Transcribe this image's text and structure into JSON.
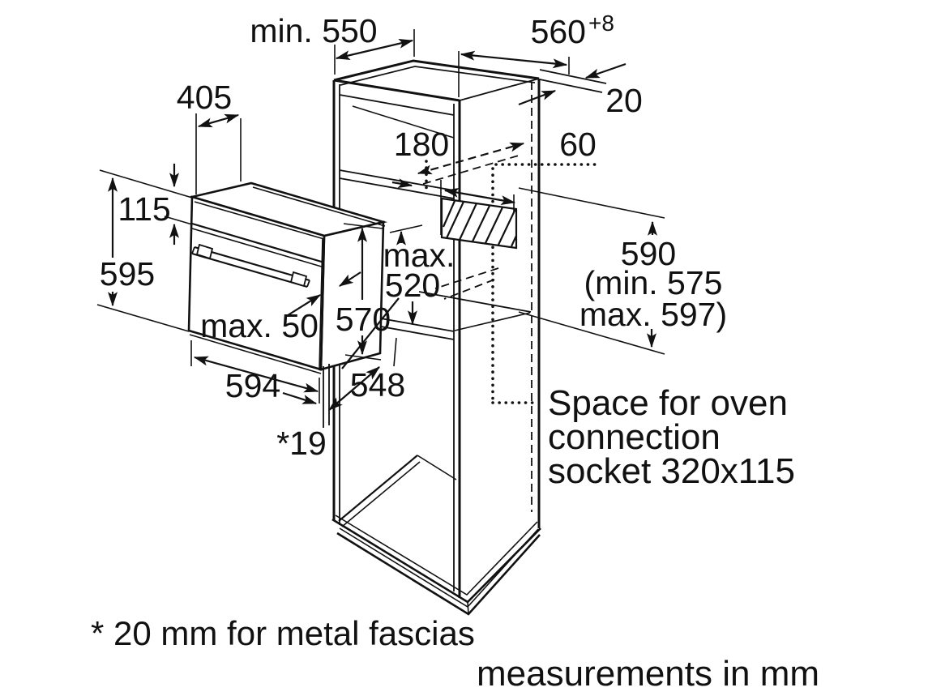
{
  "diagram_type": "oven-installation-drawing",
  "colors": {
    "line": "#111111",
    "background": "#ffffff"
  },
  "annotations": {
    "niche_depth": "min. 550",
    "niche_width": "560",
    "niche_width_tolerance": "+8",
    "rear_gap": "20",
    "top_compartment_height": "180",
    "socket_zone_offset": "60",
    "oven_top_depth": "405",
    "control_panel_height": "115",
    "oven_height": "595",
    "max_label": "max.",
    "max_value": "520",
    "appliance_body_height": "570",
    "max_plinth_recess": "max. 50",
    "oven_width": "594",
    "oven_body_depth": "548",
    "fascia_gap": "*19",
    "niche_height": "590",
    "niche_height_min": "(min. 575",
    "niche_height_max": "max. 597)",
    "socket_note_line1": "Space for oven",
    "socket_note_line2": "connection",
    "socket_note_line3": "socket 320x115"
  },
  "footer": {
    "footnote": "* 20 mm for metal fascias",
    "units_note": "measurements in mm"
  }
}
